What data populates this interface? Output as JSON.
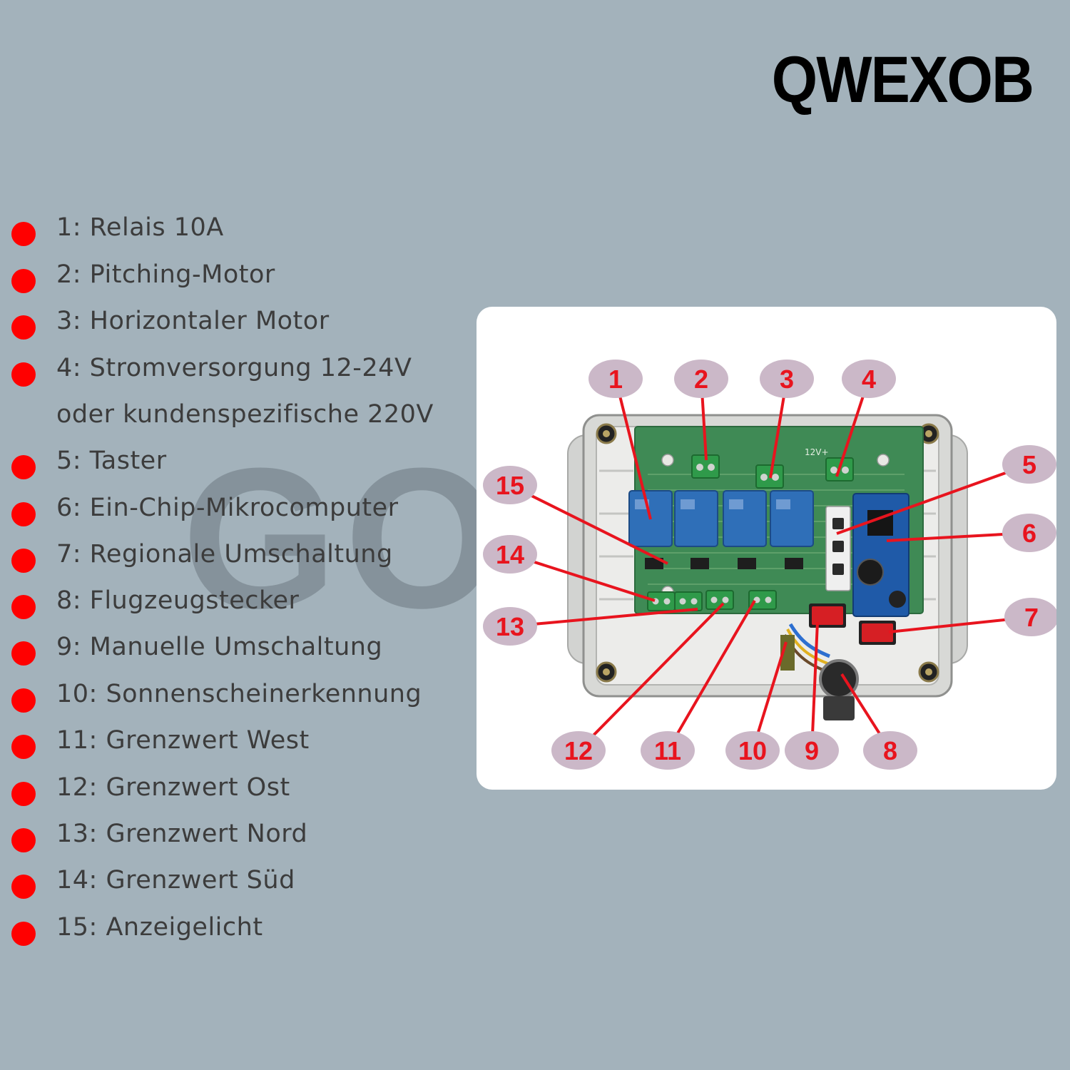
{
  "brand": "QWEXOB",
  "watermark": "GOYI",
  "colors": {
    "background": "#a3b2bb",
    "bullet": "#ff0000",
    "callout_fill": "#cbb8c8",
    "callout_text": "#e8141e",
    "leader_line": "#e8141e",
    "pcb_green": "#3f8a55",
    "relay_blue": "#2f6fb8"
  },
  "legend": [
    {
      "text": "1: Relais 10A"
    },
    {
      "text": "2: Pitching-Motor"
    },
    {
      "text": "3: Horizontaler Motor"
    },
    {
      "text": "4: Stromversorgung 12-24V",
      "continuation": "oder kundenspezifische 220V"
    },
    {
      "text": "5: Taster"
    },
    {
      "text": "6: Ein-Chip-Mikrocomputer"
    },
    {
      "text": "7: Regionale Umschaltung"
    },
    {
      "text": "8: Flugzeugstecker"
    },
    {
      "text": "9: Manuelle Umschaltung"
    },
    {
      "text": "10: Sonnenscheinerkennung"
    },
    {
      "text": "11: Grenzwert West"
    },
    {
      "text": "12: Grenzwert Ost"
    },
    {
      "text": "13: Grenzwert Nord"
    },
    {
      "text": "14: Grenzwert Süd"
    },
    {
      "text": "15: Anzeigelicht"
    }
  ],
  "diagram": {
    "board_label": "12V+",
    "callouts": [
      "1",
      "2",
      "3",
      "4",
      "5",
      "6",
      "7",
      "8",
      "9",
      "10",
      "11",
      "12",
      "13",
      "14",
      "15"
    ]
  }
}
